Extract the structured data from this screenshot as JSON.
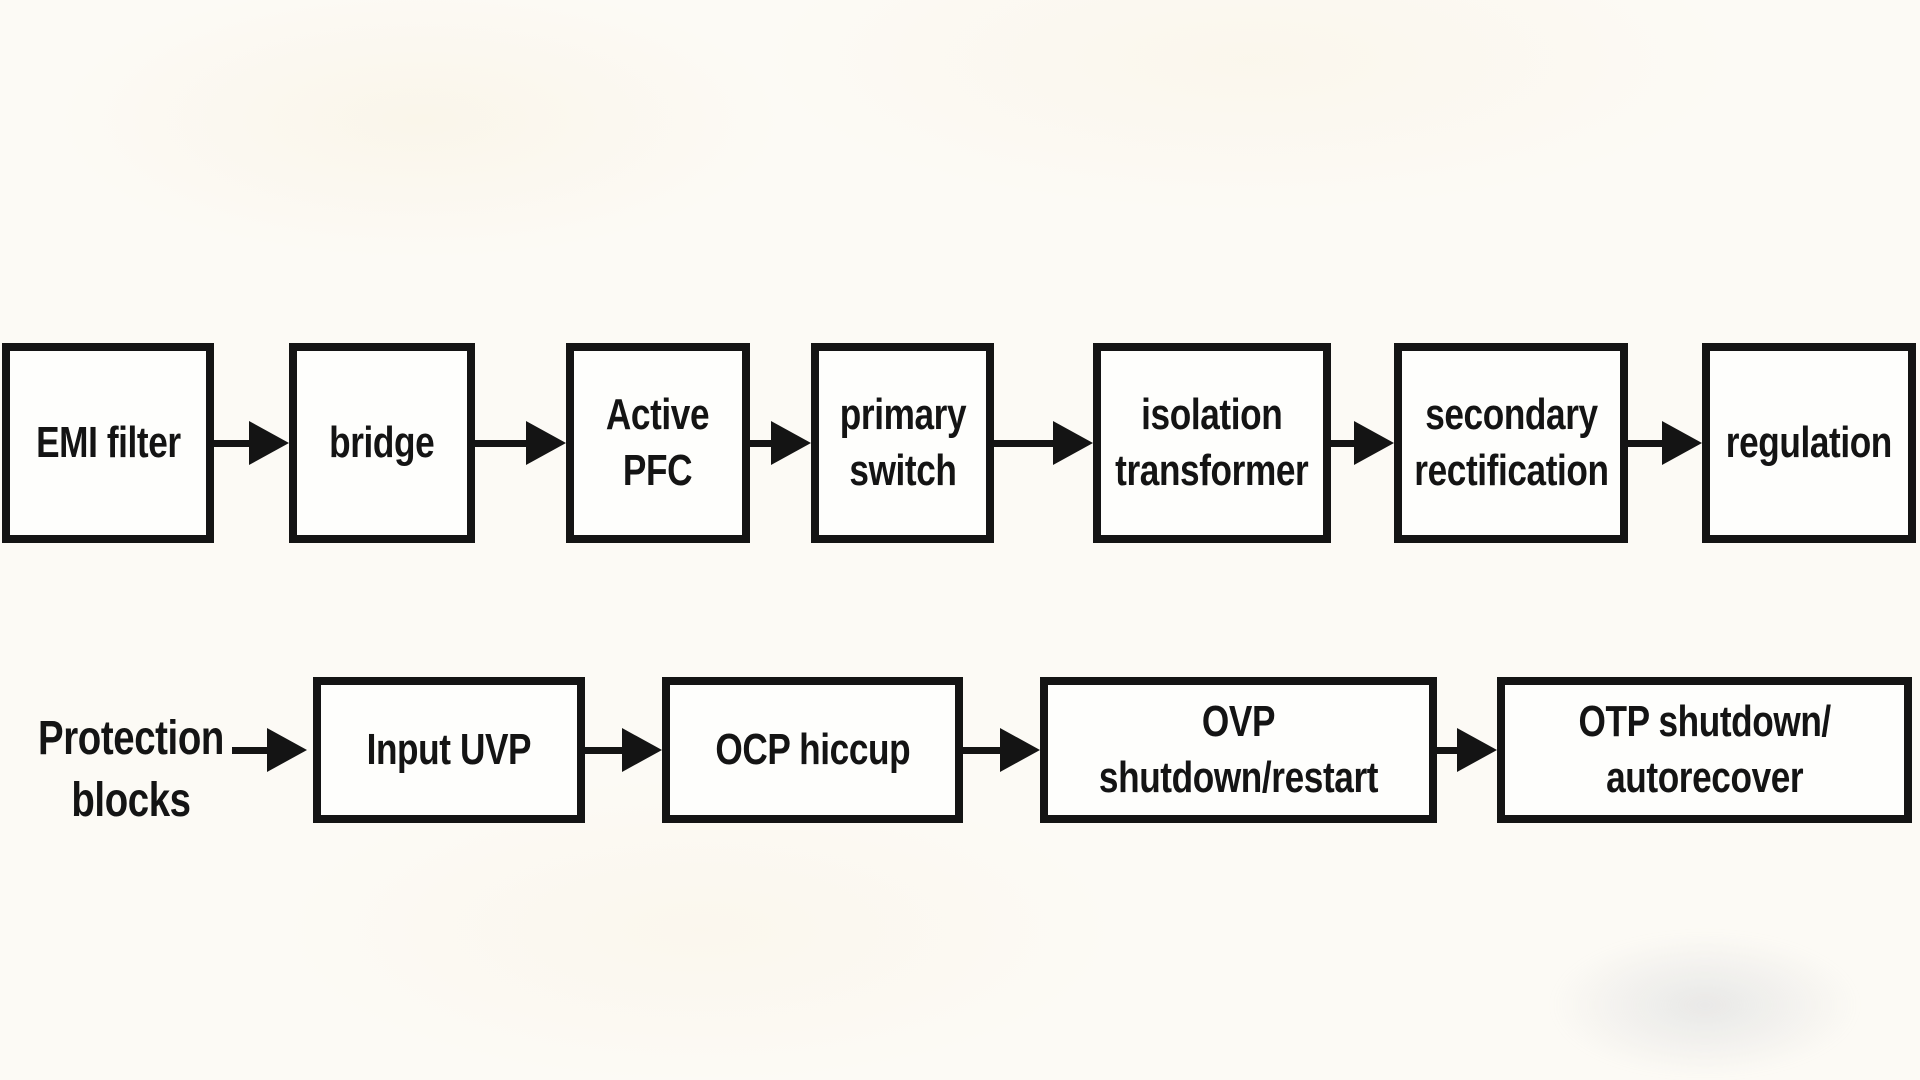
{
  "colors": {
    "ink": "#141414",
    "bg": "#fcfaf5"
  },
  "conversion_chain": {
    "blocks": [
      {
        "label": "EMI filter"
      },
      {
        "label": "bridge"
      },
      {
        "label": "Active\nPFC"
      },
      {
        "label": "primary\nswitch"
      },
      {
        "label": "isolation\ntransformer"
      },
      {
        "label": "secondary\nrectification"
      },
      {
        "label": "regulation"
      }
    ]
  },
  "protection_chain": {
    "row_label": "Protection\nblocks",
    "blocks": [
      {
        "label": "Input UVP"
      },
      {
        "label": "OCP hiccup"
      },
      {
        "label": "OVP shutdown/restart"
      },
      {
        "label": "OTP shutdown/\nautorecover"
      }
    ]
  }
}
